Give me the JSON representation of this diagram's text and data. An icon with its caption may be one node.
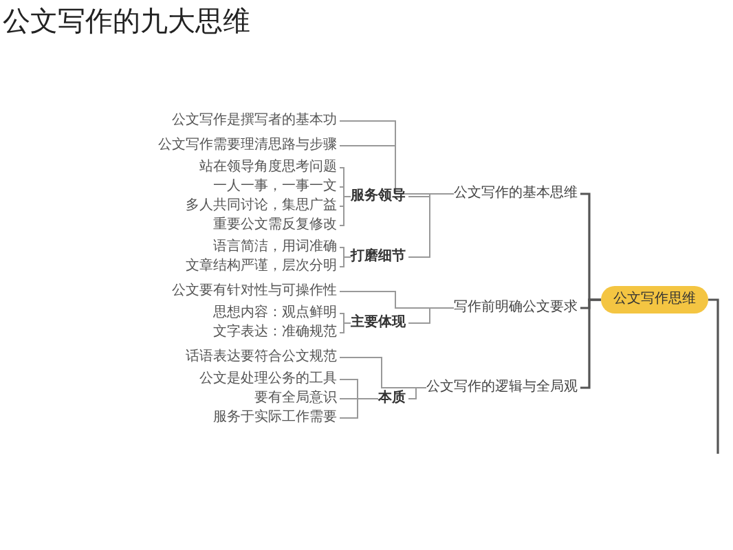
{
  "diagram": {
    "title": "公文写作的九大思维",
    "nodes": [
      {
        "text": [
          "公文写作思维"
        ]
      },
      {
        "text": [
          "公文写作的基本思维"
        ]
      },
      {
        "text": [
          "公文写作是撰写者的基本功"
        ]
      },
      {
        "text": [
          "公文写作需要理清思路与步骤"
        ]
      },
      {
        "text": [
          "服务领导"
        ]
      },
      {
        "text": [
          "站在领导角度思考问题"
        ]
      },
      {
        "text": [
          "一人一事，一事一文"
        ]
      },
      {
        "text": [
          "多人共同讨论，集思广益"
        ]
      },
      {
        "text": [
          "重要公文需反复修改"
        ]
      },
      {
        "text": [
          "打磨细节"
        ]
      },
      {
        "text": [
          "语言简洁，用词准确"
        ]
      },
      {
        "text": [
          "文章结构严谨，层次分明"
        ]
      },
      {
        "text": [
          "写作前明确公文要求"
        ]
      },
      {
        "text": [
          "公文要有针对性与可操作性"
        ]
      },
      {
        "text": [
          "主要体现"
        ]
      },
      {
        "text": [
          "思想内容：观点鲜明"
        ]
      },
      {
        "text": [
          "文字表达：准确规范"
        ]
      },
      {
        "text": [
          "公文写作的逻辑与全局观"
        ]
      },
      {
        "text": [
          "话语表达要符合公文规范"
        ]
      },
      {
        "text": [
          "本质"
        ]
      },
      {
        "text": [
          "公文是处理公务的工具"
        ]
      },
      {
        "text": [
          "要有全局意识"
        ]
      },
      {
        "text": [
          "服务于实际工作需要"
        ]
      }
    ],
    "edges": [
      {
        "from": 0,
        "to": 1,
        "arrow": "none"
      },
      {
        "from": 0,
        "to": 12,
        "arrow": "none"
      },
      {
        "from": 0,
        "to": 17,
        "arrow": "none"
      },
      {
        "from": 0,
        "to": null,
        "arrow": "none"
      },
      {
        "from": 1,
        "to": 2,
        "arrow": "none"
      },
      {
        "from": 1,
        "to": 3,
        "arrow": "none"
      },
      {
        "from": 1,
        "to": 4,
        "arrow": "none"
      },
      {
        "from": 1,
        "to": 9,
        "arrow": "none"
      },
      {
        "from": 4,
        "to": 5,
        "arrow": "none"
      },
      {
        "from": 4,
        "to": 6,
        "arrow": "none"
      },
      {
        "from": 4,
        "to": 7,
        "arrow": "none"
      },
      {
        "from": 4,
        "to": 8,
        "arrow": "none"
      },
      {
        "from": 9,
        "to": 10,
        "arrow": "none"
      },
      {
        "from": 9,
        "to": 11,
        "arrow": "none"
      },
      {
        "from": 12,
        "to": 13,
        "arrow": "none"
      },
      {
        "from": 12,
        "to": 14,
        "arrow": "none"
      },
      {
        "from": 14,
        "to": 15,
        "arrow": "none"
      },
      {
        "from": 14,
        "to": 16,
        "arrow": "none"
      },
      {
        "from": 17,
        "to": 18,
        "arrow": "none"
      },
      {
        "from": 17,
        "to": 19,
        "arrow": "none"
      },
      {
        "from": 19,
        "to": 20,
        "arrow": "none"
      },
      {
        "from": 19,
        "to": 21,
        "arrow": "none"
      },
      {
        "from": 19,
        "to": 22,
        "arrow": "none"
      }
    ]
  }
}
